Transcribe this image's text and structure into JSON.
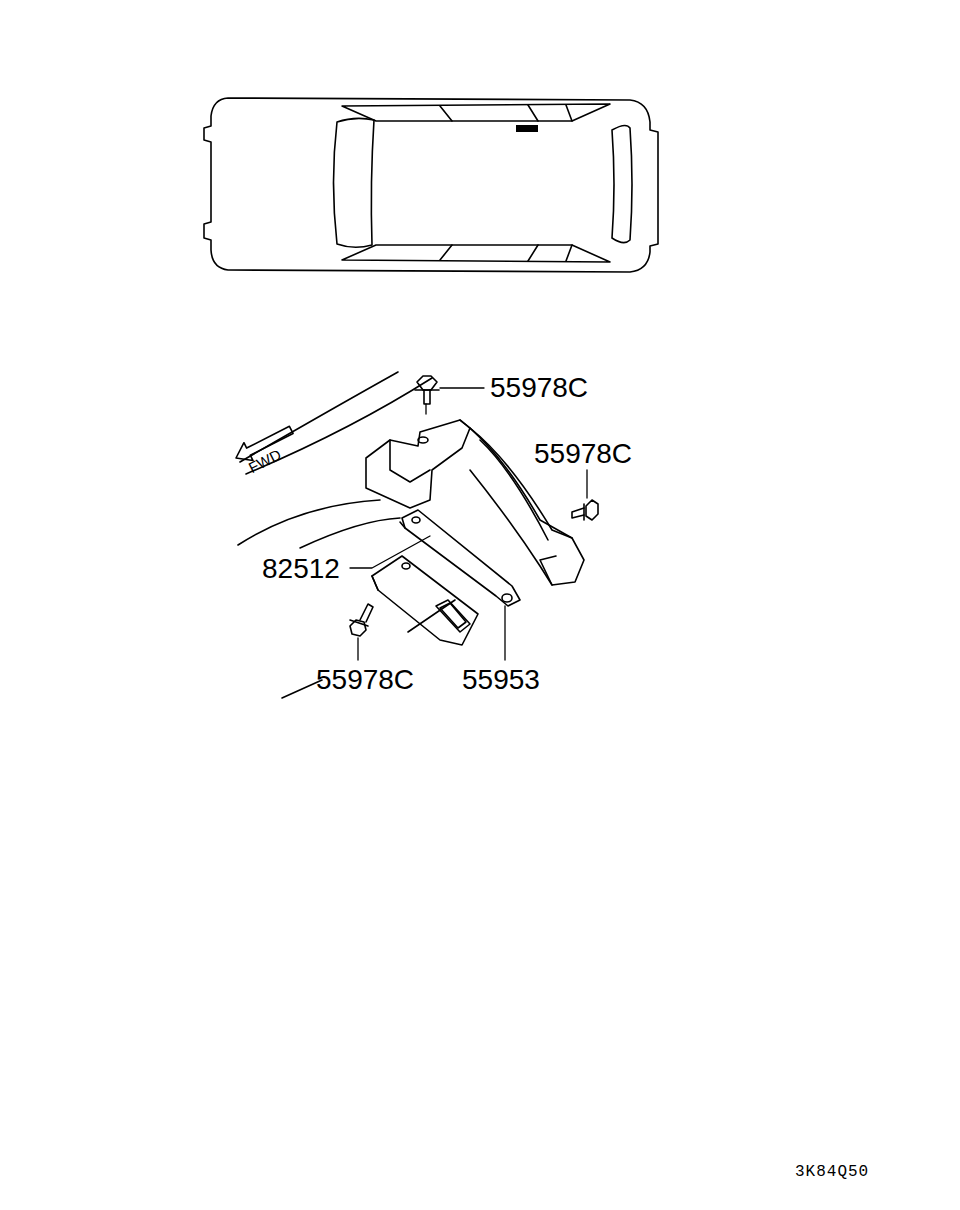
{
  "diagram": {
    "labels": [
      "55978C",
      "FWD",
      "55978C",
      "82512",
      "55978C",
      "55953",
      "3K84Q50"
    ]
  }
}
